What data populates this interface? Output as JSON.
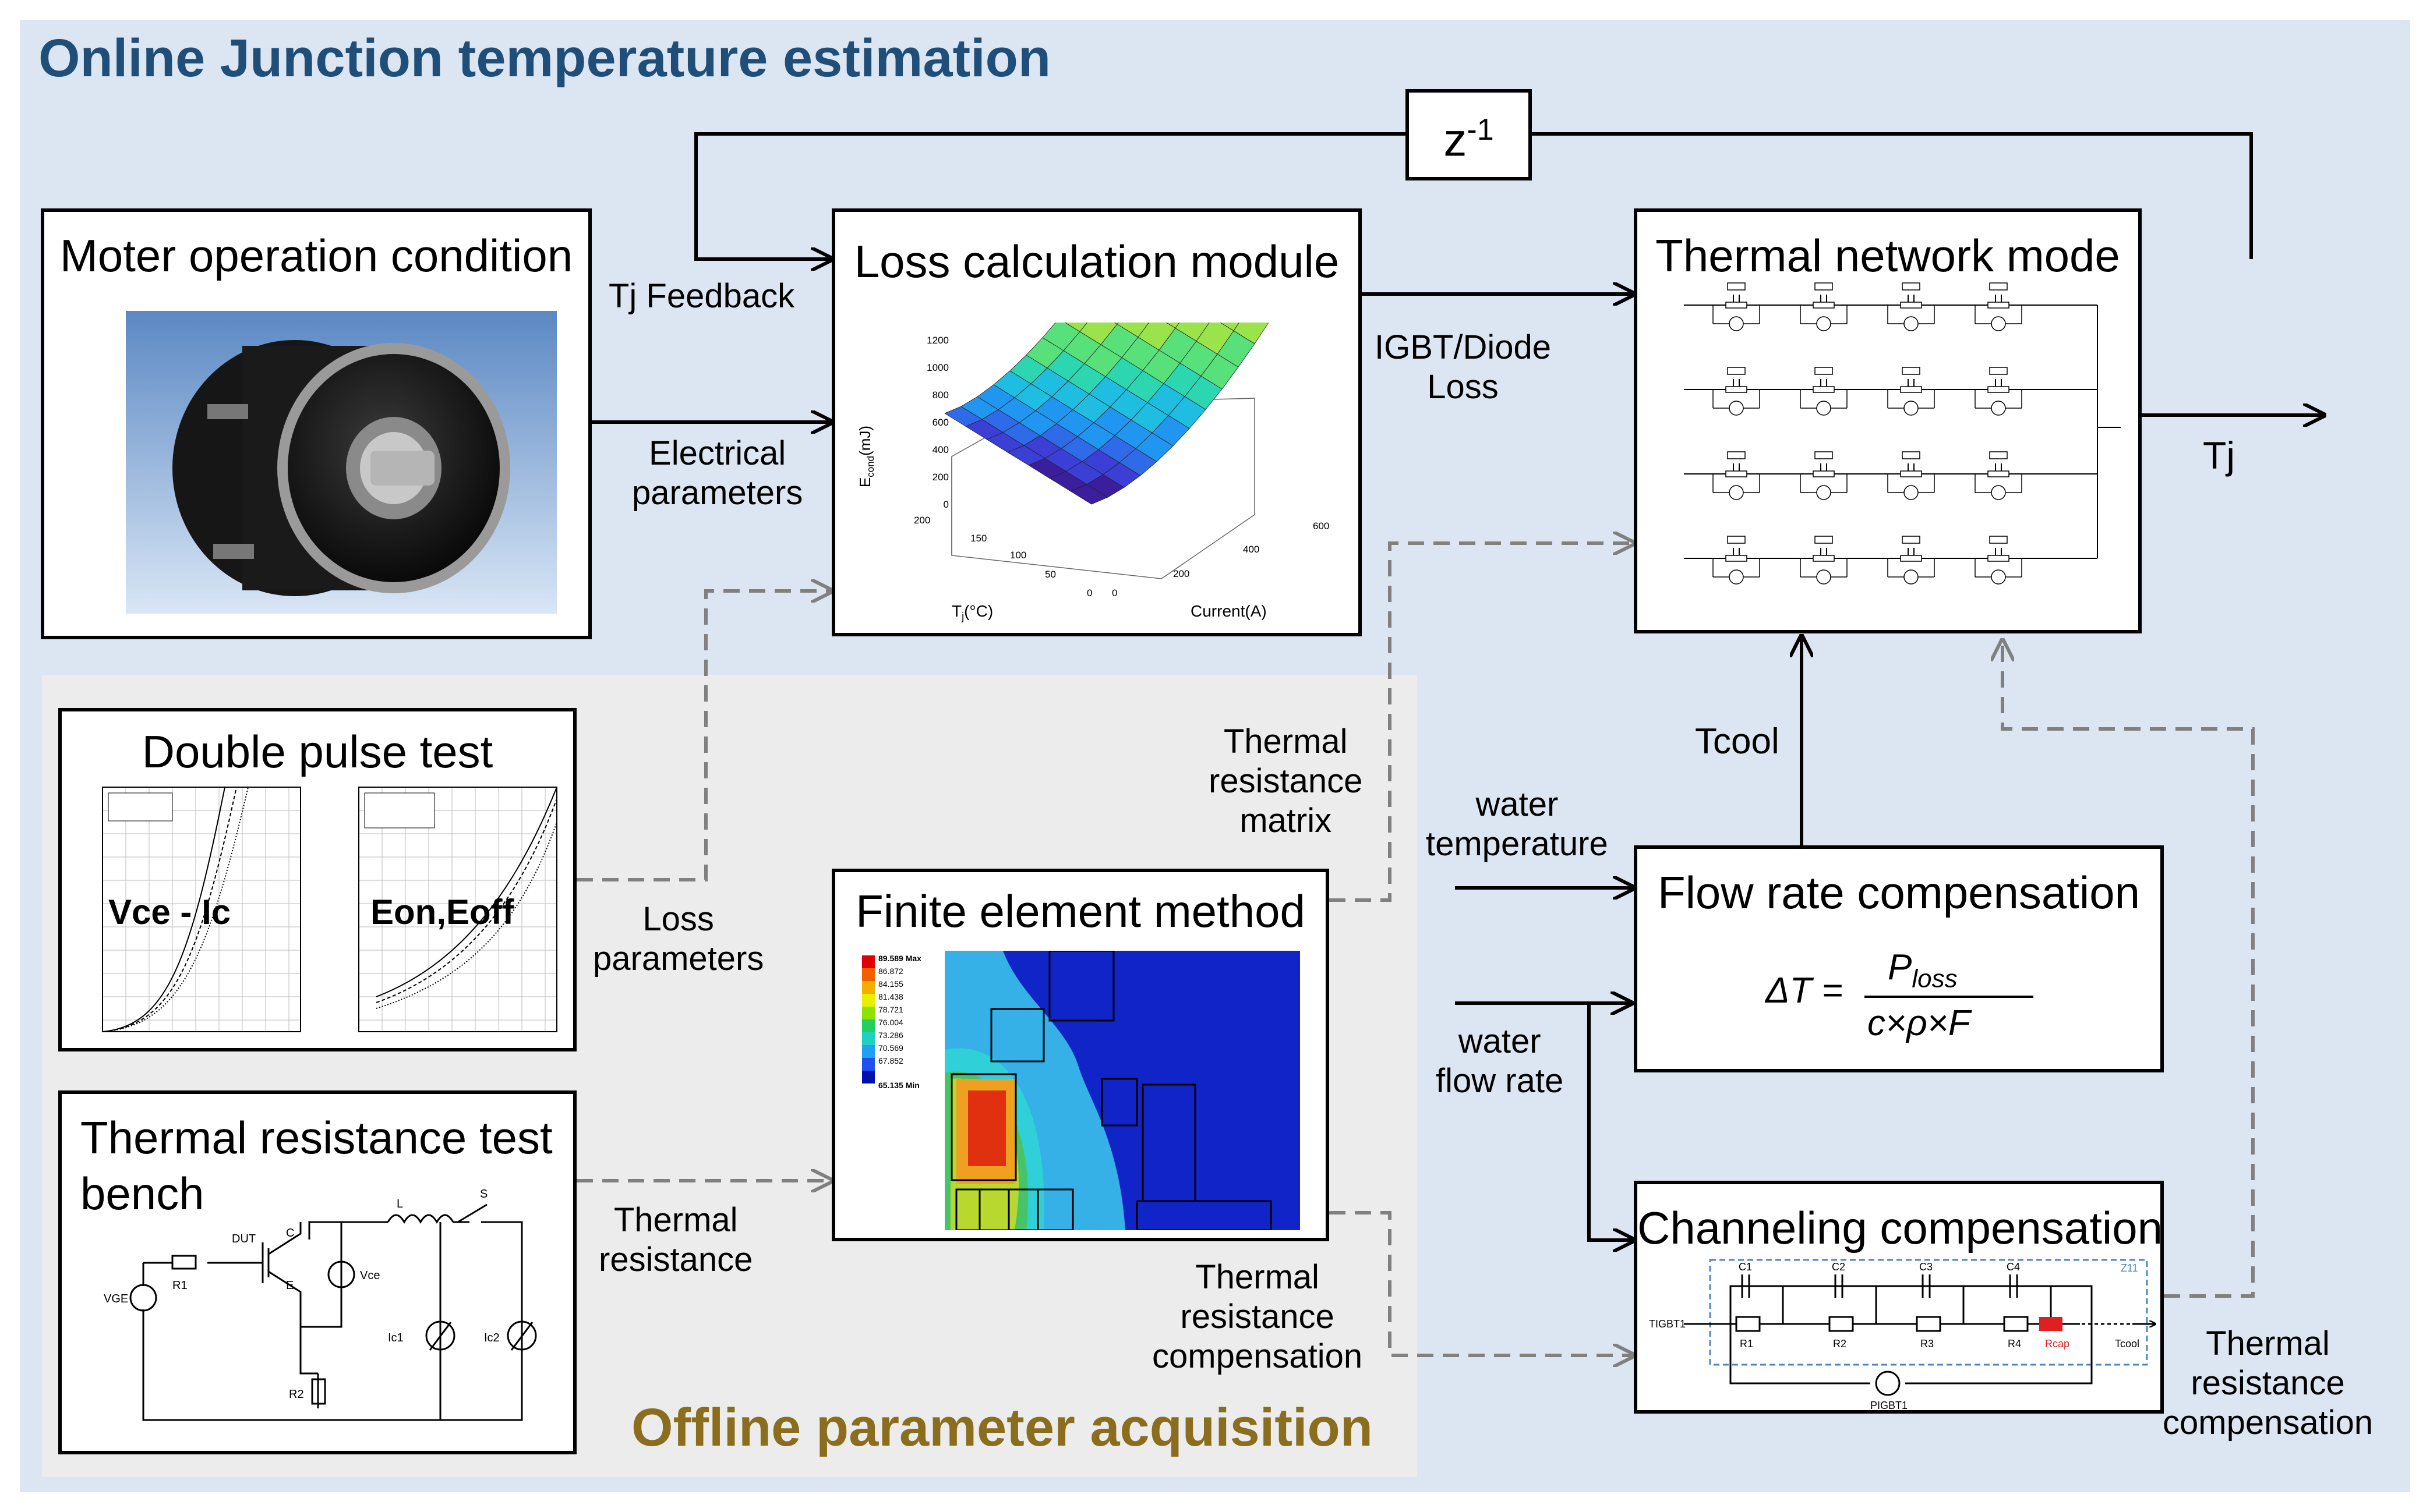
{
  "titles": {
    "online": "Online Junction temperature estimation",
    "offline": "Offline parameter acquisition"
  },
  "boxes": {
    "moter": "Moter operation condition",
    "loss": "Loss calculation module",
    "thermal_network": "Thermal network mode",
    "double_pulse": "Double pulse test",
    "trt_line1": "Thermal resistance test",
    "trt_line2": "bench",
    "fem": "Finite element method",
    "flow": "Flow rate compensation",
    "channel": "Channeling compensation",
    "delay": "z",
    "delay_exp": "-1"
  },
  "labels": {
    "tj_feedback": "Tj Feedback",
    "elec_1": "Electrical",
    "elec_2": "parameters",
    "igbt_1": "IGBT/Diode",
    "igbt_2": "Loss",
    "tj": "Tj",
    "tcool": "Tcool",
    "trm_1": "Thermal",
    "trm_2": "resistance",
    "trm_3": "matrix",
    "water_temp_1": "water",
    "water_temp_2": "temperature",
    "water_flow_1": "water",
    "water_flow_2": "flow rate",
    "lossp_1": "Loss",
    "lossp_2": "parameters",
    "tr_1": "Thermal",
    "tr_2": "resistance",
    "trc_1": "Thermal",
    "trc_2": "resistance",
    "trc_3": "compensation",
    "trc_r_1": "Thermal",
    "trc_r_2": "resistance",
    "trc_r_3": "compensation"
  },
  "double_pulse": {
    "left_label": "Vce - Ic",
    "right_label": "Eon,Eoff"
  },
  "formula": {
    "lhs": "ΔT =",
    "numerator": "P",
    "numerator_sub": "loss",
    "denominator": "c×ρ×F"
  },
  "surface_plot": {
    "zlabel": "E",
    "zlabel_sub": "cond",
    "zlabel_unit": "(mJ)",
    "x1label": "T",
    "x1label_sub": "j",
    "x1label_unit": "(°C)",
    "x2label": "Current(A)",
    "z_ticks": [
      "1200",
      "1000",
      "800",
      "600",
      "400",
      "200",
      "0"
    ],
    "tj_ticks": [
      "200",
      "150",
      "100",
      "50",
      "0"
    ],
    "current_ticks": [
      "0",
      "200",
      "400",
      "600"
    ]
  },
  "fem_legend": [
    "89.589 Max",
    "86.872",
    "84.155",
    "81.438",
    "78.721",
    "76.004",
    "73.286",
    "70.569",
    "67.852",
    "65.135 Min"
  ],
  "circuit": {
    "L": "L",
    "S": "S",
    "DUT": "DUT",
    "C": "C",
    "E": "E",
    "R1": "R1",
    "R2": "R2",
    "Vce": "Vce",
    "VGE": "VGE",
    "Ic1": "Ic1",
    "Ic2": "Ic2"
  },
  "channel_circuit": {
    "caps": [
      "C1",
      "C2",
      "C3",
      "C4"
    ],
    "res": [
      "R1",
      "R2",
      "R3",
      "R4"
    ],
    "rcap": "Rcap",
    "z": "Z11",
    "tin": "TIGBT1",
    "tout": "Tcool",
    "source": "PIGBT1"
  },
  "colors": {
    "online_bg": "#dce6f2",
    "offline_bg": "#ececec",
    "online_title": "#1f4e79",
    "offline_title": "#8a6d1d",
    "dashed": "#808080"
  }
}
